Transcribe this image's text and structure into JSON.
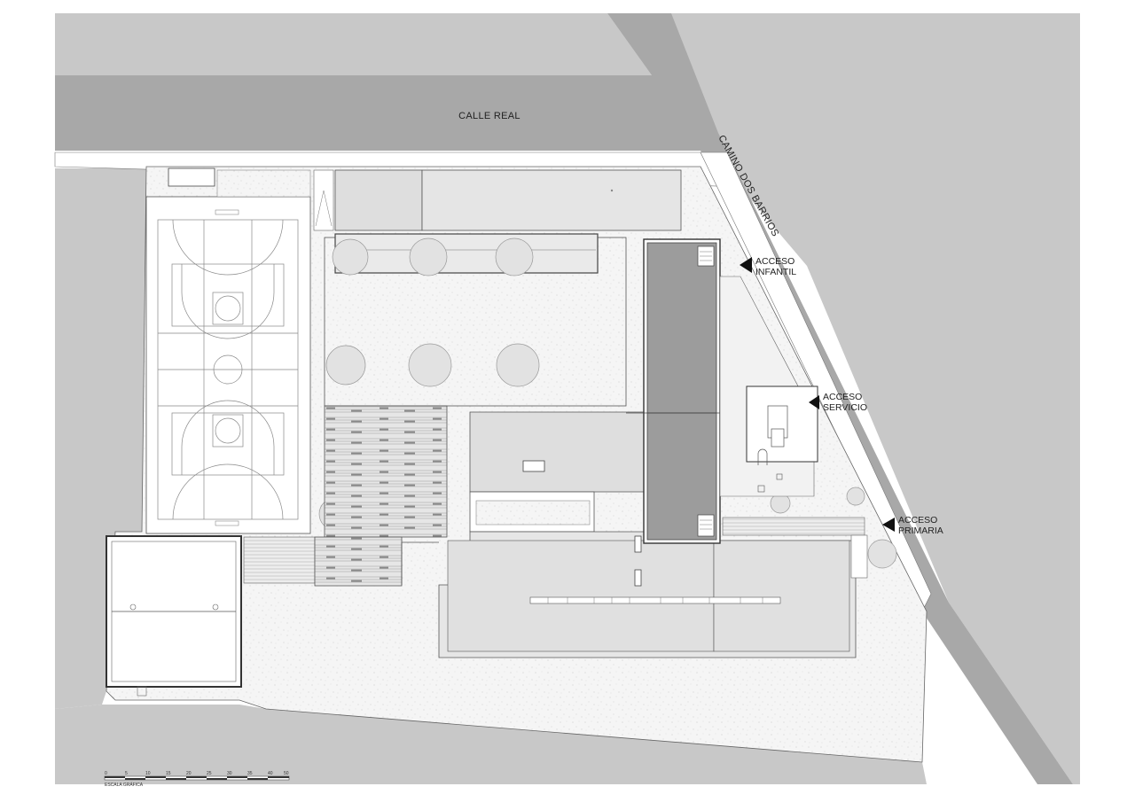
{
  "streets": {
    "north": "CALLE REAL",
    "east": "CAMINO DOS BARRIOS"
  },
  "accesses": [
    {
      "line1": "ACCESO",
      "line2": "INFANTIL"
    },
    {
      "line1": "ACCESO",
      "line2": "SERVICIO"
    },
    {
      "line1": "ACCESO",
      "line2": "PRIMARIA"
    }
  ],
  "scale": {
    "caption": "ESCALA GRÁFICA",
    "ticks": [
      "0",
      "5",
      "10",
      "15",
      "20",
      "25",
      "30",
      "35",
      "40",
      "50"
    ]
  },
  "colors": {
    "sheet": "#ffffff",
    "neighbour_plot": "#c8c8c8",
    "road": "#a8a8a8",
    "sidewalk": "#ffffff",
    "site": "#efefef",
    "roof": "#dedede",
    "roof_dark": "#9c9c9c",
    "landscape": "#f4f4f4"
  }
}
